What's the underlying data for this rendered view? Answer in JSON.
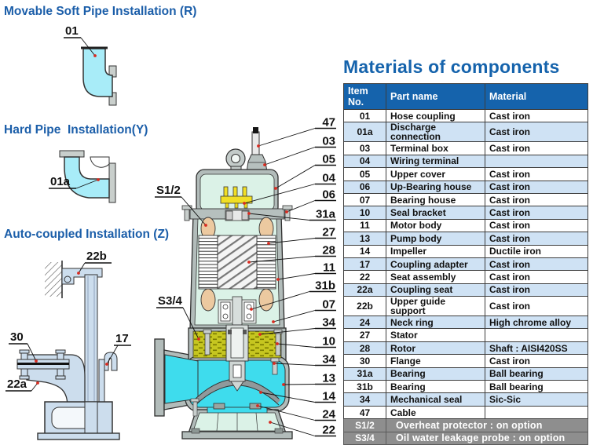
{
  "installations": [
    {
      "title": "Movable Soft Pipe Installation (R)",
      "callouts": [
        "01"
      ]
    },
    {
      "title": "Hard Pipe  Installation(Y)",
      "callouts": [
        "01a"
      ]
    },
    {
      "title": "Auto-coupled Installation (Z)",
      "callouts": [
        "22b",
        "30",
        "22a",
        "17"
      ]
    }
  ],
  "pump": {
    "right_callouts": [
      "47",
      "03",
      "05",
      "04",
      "06",
      "31a",
      "27",
      "28",
      "11",
      "31b",
      "07",
      "34",
      "10",
      "34",
      "13",
      "14",
      "24",
      "22"
    ],
    "left_callouts": [
      "S1/2",
      "S3/4"
    ]
  },
  "materials": {
    "title": "Materials of components",
    "headers": [
      "Item No.",
      "Part name",
      "Material"
    ],
    "rows": [
      [
        "01",
        "Hose coupling",
        "Cast iron"
      ],
      [
        "01a",
        "Discharge connection",
        "Cast iron"
      ],
      [
        "03",
        "Terminal box",
        "Cast iron"
      ],
      [
        "04",
        "Wiring terminal",
        ""
      ],
      [
        "05",
        "Upper cover",
        "Cast iron"
      ],
      [
        "06",
        "Up-Bearing house",
        "Cast iron"
      ],
      [
        "07",
        "Bearing house",
        "Cast iron"
      ],
      [
        "10",
        "Seal bracket",
        "Cast iron"
      ],
      [
        "11",
        "Motor body",
        "Cast iron"
      ],
      [
        "13",
        "Pump body",
        "Cast iron"
      ],
      [
        "14",
        "Impeller",
        "Ductile iron"
      ],
      [
        "17",
        "Coupling adapter",
        "Cast iron"
      ],
      [
        "22",
        "Seat assembly",
        "Cast iron"
      ],
      [
        "22a",
        "Coupling seat",
        "Cast iron"
      ],
      [
        "22b",
        "Upper guide support",
        "Cast iron"
      ],
      [
        "24",
        "Neck ring",
        "High chrome alloy"
      ],
      [
        "27",
        "Stator",
        ""
      ],
      [
        "28",
        "Rotor",
        "Shaft : AISI420SS"
      ],
      [
        "30",
        "Flange",
        "Cast iron"
      ],
      [
        "31a",
        "Bearing",
        "Ball bearing"
      ],
      [
        "31b",
        "Bearing",
        "Ball bearing"
      ],
      [
        "34",
        "Mechanical seal",
        "Sic-Sic"
      ],
      [
        "47",
        "Cable",
        ""
      ]
    ],
    "option_rows": [
      [
        "S1/2",
        "Overheat protector : on option"
      ],
      [
        "S3/4",
        "Oil water leakage probe : on option"
      ]
    ]
  },
  "colors": {
    "heading_blue": "#1563ac",
    "table_row_alt": "#cfe2f4",
    "option_row_gray": "#8e8e8e",
    "pipe_cyan": "#a8ecf8",
    "volute_cyan": "#3edced",
    "pump_interior_mint": "#dbf2e7",
    "casing_gray": "#b2bcba",
    "oil_olive": "#c6c620",
    "winding_tan": "#ecc9a0",
    "terminal_yellow": "#f0df25",
    "coupling_blue": "#ccdded",
    "leader_dot_red": "#d92b20"
  }
}
